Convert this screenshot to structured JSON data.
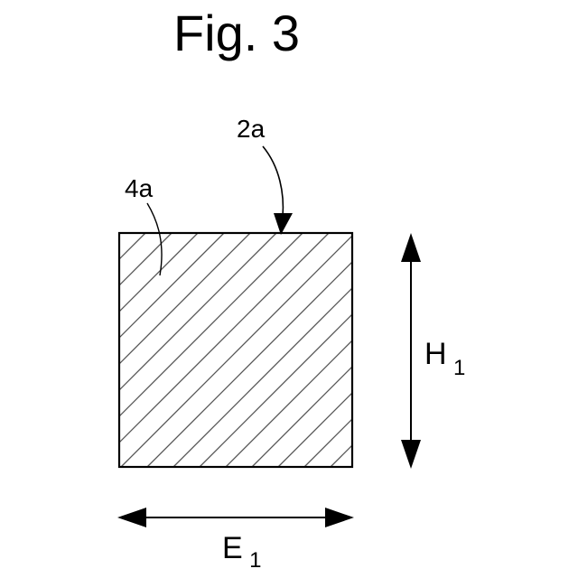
{
  "figure": {
    "title": "Fig. 3",
    "labels": {
      "part_ref": "2a",
      "hatch_ref": "4a"
    },
    "dimensions": {
      "height": {
        "letter": "H",
        "subscript": "1"
      },
      "width": {
        "letter": "E",
        "subscript": "1"
      }
    }
  },
  "colors": {
    "ink": "#000000",
    "background": "#ffffff",
    "hatch": "#555555"
  }
}
